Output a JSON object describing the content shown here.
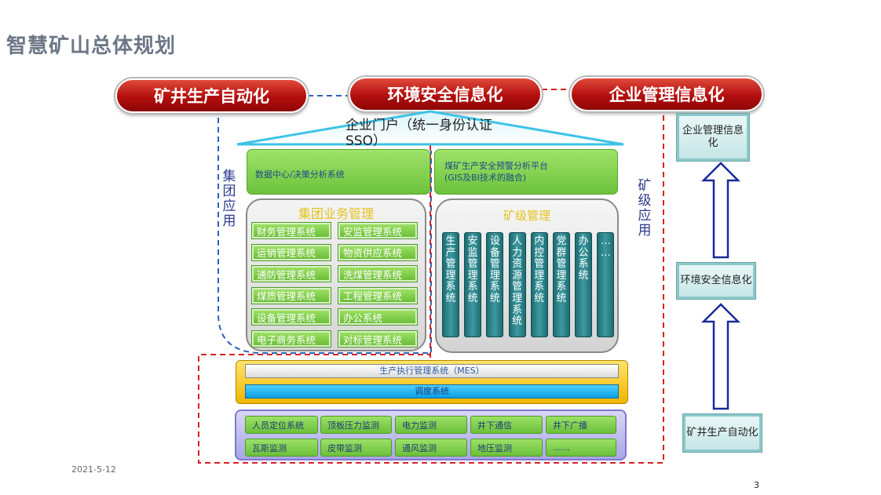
{
  "title": "智慧矿山总体规划",
  "pills": [
    "矿井生产自动化",
    "环境安全信息化",
    "企业管理信息化"
  ],
  "portal": "企业门户（统一身份认证SSO）",
  "data_center": "数据中心/决策分析系统",
  "warning": {
    "line1": "煤矿生产安全预警分析平台",
    "line2": "(GIS及BI技术的融合)"
  },
  "group_app": "集团应用",
  "mine_app": "矿级应用",
  "group_biz": {
    "title": "集团业务管理",
    "items": [
      "财务管理系统",
      "安监管理系统",
      "运销管理系统",
      "物资供应系统",
      "通防管理系统",
      "洗煤管理系统",
      "煤质管理系统",
      "工程管理系统",
      "设备管理系统",
      "办公系统",
      "电子商务系统",
      "对标管理系统"
    ]
  },
  "mine_mgmt": {
    "title": "矿级管理",
    "columns": [
      "生产管理系统",
      "安监管理系统",
      "设备管理系统",
      "人力资源管理系统",
      "内控管理系统",
      "党群管理系统",
      "办公系统",
      "……"
    ]
  },
  "mes": "生产执行管理系统（MES）",
  "dispatch": "调度系统",
  "monitor": [
    "人员定位系统",
    "顶板压力监测",
    "电力监测",
    "井下通信",
    "井下广播",
    "瓦斯监测",
    "皮带监测",
    "通风监测",
    "地压监测",
    "……"
  ],
  "side": [
    "企业管理信息化",
    "环境安全信息化",
    "矿井生产自动化"
  ],
  "date": "2021-5-12",
  "page": "3",
  "colors": {
    "red_pill": "#b30e0e",
    "green": "#6cc23c",
    "teal": "#2f878c",
    "blue_bar": "#1aa7e8",
    "purple_frame": "#8d8cd8"
  }
}
